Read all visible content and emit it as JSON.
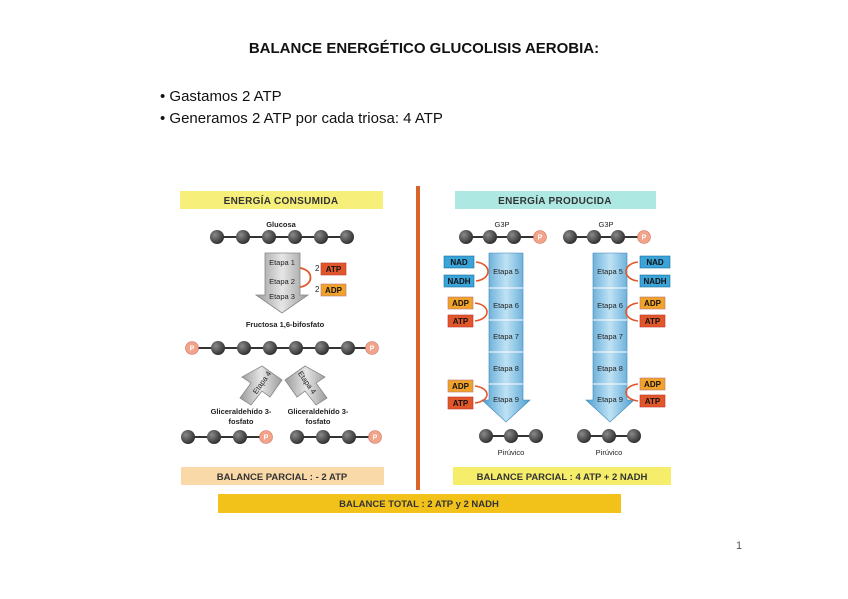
{
  "title": "BALANCE ENERGÉTICO GLUCOLISIS AEROBIA:",
  "bullets": [
    "Gastamos 2 ATP",
    "Generamos 2 ATP por cada triosa: 4 ATP"
  ],
  "page_number": "1",
  "diagram": {
    "left_header": "ENERGÍA CONSUMIDA",
    "right_header": "ENERGÍA PRODUCIDA",
    "glucosa": "Glucosa",
    "etapa1": "Etapa 1",
    "etapa2": "Etapa 2",
    "etapa3": "Etapa 3",
    "etapa4": "Etapa 4",
    "two": "2",
    "atp": "ATP",
    "adp": "ADP",
    "nad": "NAD",
    "nadh": "NADH",
    "fructosa": "Fructosa 1,6-bifosfato",
    "gliceraldehido_line1": "Gliceraldehído 3-",
    "gliceraldehido_line2": "fosfato",
    "g3p": "G3P",
    "etapa5": "Etapa 5",
    "etapa6": "Etapa 6",
    "etapa7": "Etapa 7",
    "etapa8": "Etapa 8",
    "etapa9": "Etapa 9",
    "piruvico": "Pirúvico",
    "p": "P",
    "balance_left": "BALANCE PARCIAL : - 2 ATP",
    "balance_right": "BALANCE PARCIAL : 4 ATP + 2 NADH",
    "balance_total": "BALANCE TOTAL : 2 ATP y 2 NADH",
    "colors": {
      "yellow_header": "#f6ef7a",
      "cyan_header": "#aee8e2",
      "orange_line": "#d8642a",
      "atp": "#e2572a",
      "adp": "#f0a22a",
      "nad": "#3aa3d8",
      "peach_box": "#f9d9a8",
      "yellow_box": "#f6ee6a",
      "gold_box": "#f2c21a"
    }
  }
}
